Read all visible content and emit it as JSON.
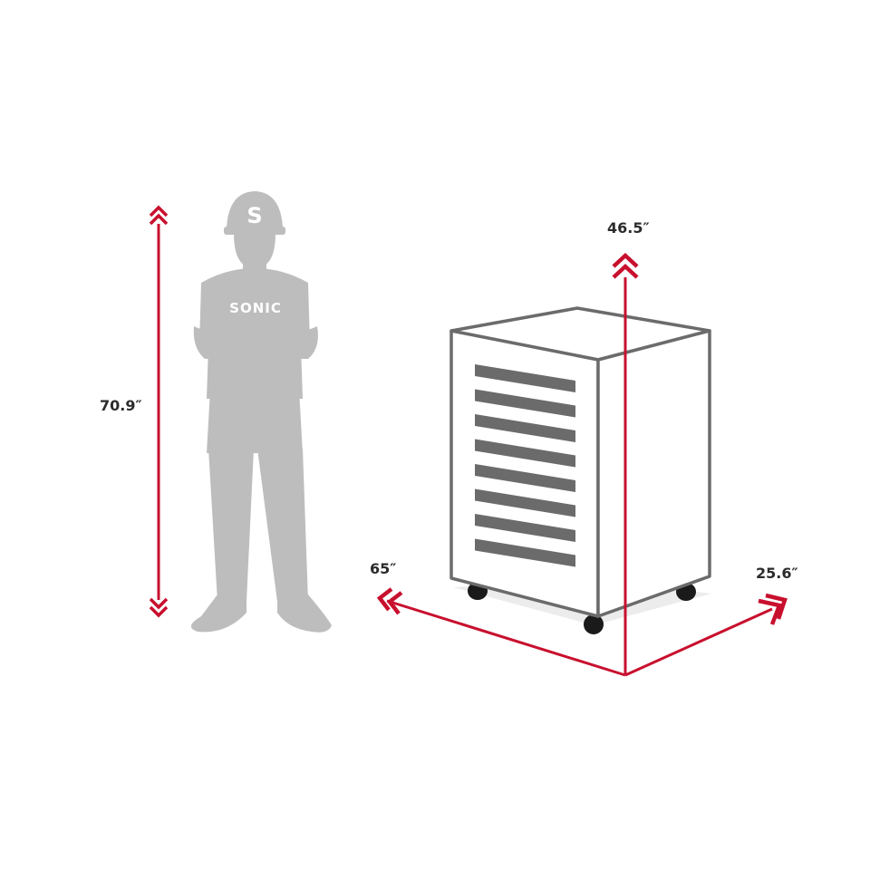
{
  "brand": {
    "helmet_mark": "S",
    "shirt_logo": "SONIC"
  },
  "dimensions": {
    "person_height": "70.9″",
    "cabinet_height": "46.5″",
    "cabinet_width": "65″",
    "cabinet_depth": "25.6″"
  },
  "cabinet": {
    "drawer_count": 8
  },
  "colors": {
    "accent": "#c8102e",
    "silhouette": "#bdbdbd",
    "outline": "#6b6b6b",
    "drawer": "#6b6b6b",
    "wheel": "#1a1a1a",
    "label": "#2b2b2b"
  },
  "icons": [
    "double-chevron-up-icon",
    "double-chevron-down-icon",
    "double-chevron-left-icon",
    "double-chevron-right-icon"
  ]
}
